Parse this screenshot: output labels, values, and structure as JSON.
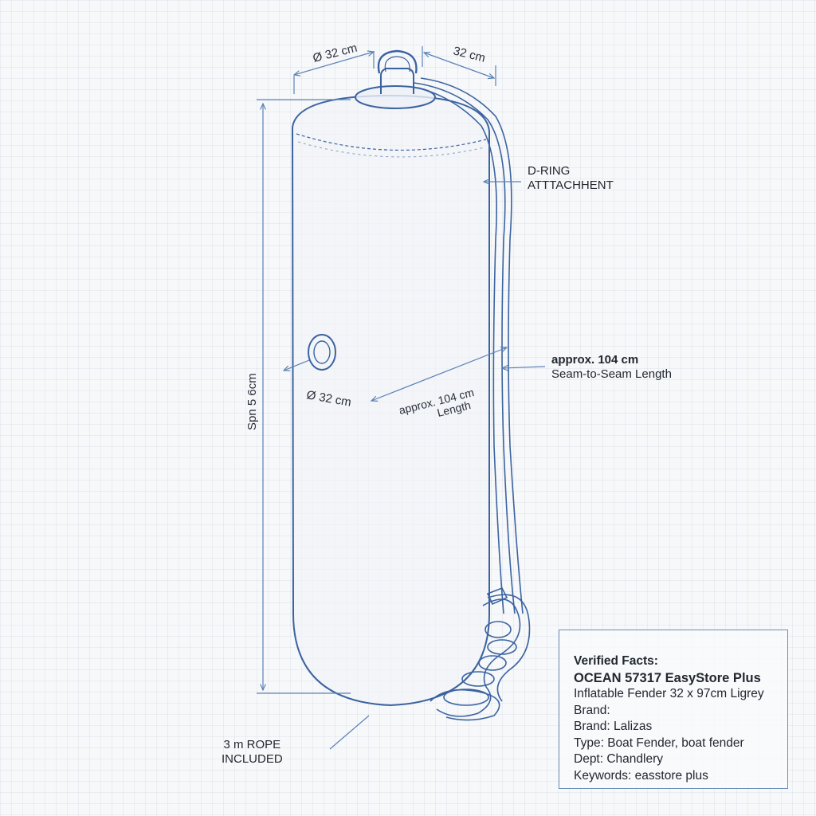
{
  "labels": {
    "top_diameter": "Ø 32 cm",
    "top_width": "32 cm",
    "side_height": "Spn 5 6cm",
    "dring_line1": "D-RING",
    "dring_line2": "ATTTACHHENT",
    "valve_diameter": "Ø 32 cm",
    "inner_length_line1": "approx. 104 cm",
    "inner_length_line2": "Length",
    "outer_length_line1": "approx. 104 cm",
    "outer_length_line2": "Seam-to-Seam Length",
    "rope_line1": "3 m ROPE",
    "rope_line2": "INCLUDED"
  },
  "facts": {
    "heading": "Verified Facts:",
    "title": "OCEAN 57317 EasyStore Plus",
    "subtitle": "Inflatable Fender 32 x 97cm Ligrey",
    "brand_empty": "Brand:",
    "brand": "Brand: Lalizas",
    "type": "Type: Boat Fender, boat fender",
    "dept": "Dept: Chandlery",
    "keywords": "Keywords: easstore plus"
  },
  "colors": {
    "line": "#3b63a0",
    "dimension": "#5b82b6",
    "text": "#23272f"
  }
}
